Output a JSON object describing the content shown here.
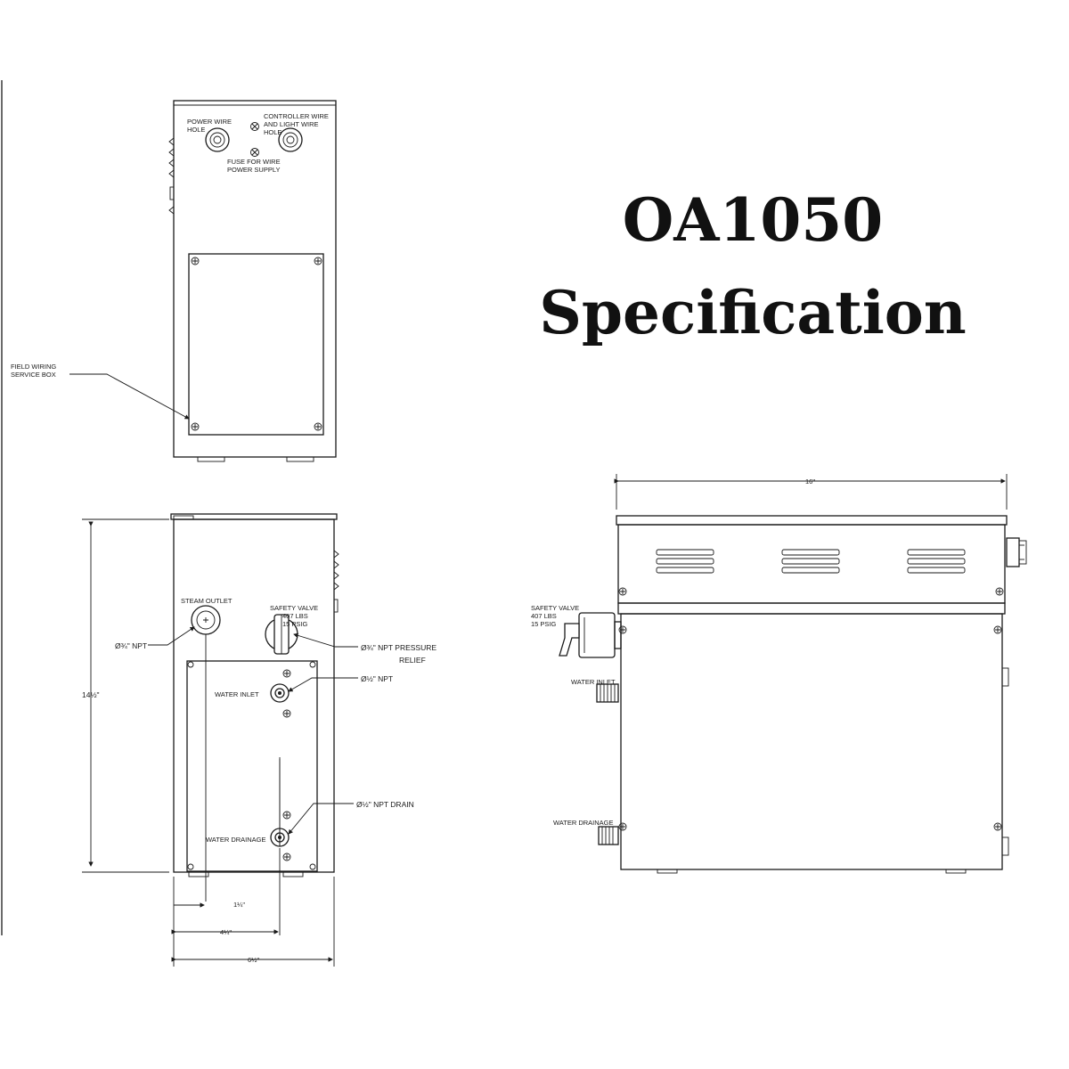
{
  "title": {
    "model": "OA1050",
    "subtitle": "Specification"
  },
  "top_view": {
    "power_wire_hole": [
      "POWER WIRE",
      "HOLE"
    ],
    "controller_wire_hole": [
      "CONTROLLER WIRE",
      "AND LIGHT WIRE",
      "HOLE"
    ],
    "fuse": [
      "FUSE FOR WIRE",
      "POWER SUPPLY"
    ],
    "field_wiring": [
      "FIELD WIRING",
      "SERVICE BOX"
    ]
  },
  "front_view": {
    "steam_outlet": "STEAM OUTLET",
    "steam_outlet_size": "Ø¾\" NPT",
    "safety_valve": [
      "SAFETY VALVE",
      "407 LBS",
      "15 PSIG"
    ],
    "pressure_relief": [
      "Ø¾\" NPT PRESSURE",
      "RELIEF"
    ],
    "water_inlet": "WATER INLET",
    "water_inlet_size": "Ø½\" NPT",
    "water_drainage": "WATER DRAINAGE",
    "drain_size": "Ø½\" NPT DRAIN",
    "height": "14½\"",
    "dim_outlet_offset": "1¼\"",
    "dim_drain_offset": "4¼\"",
    "width": "6½\""
  },
  "side_view": {
    "length": "16\"",
    "safety_valve": [
      "SAFETY VALVE",
      "407 LBS",
      "15 PSIG"
    ],
    "water_inlet": "WATER INLET",
    "water_drainage": "WATER DRAINAGE"
  }
}
